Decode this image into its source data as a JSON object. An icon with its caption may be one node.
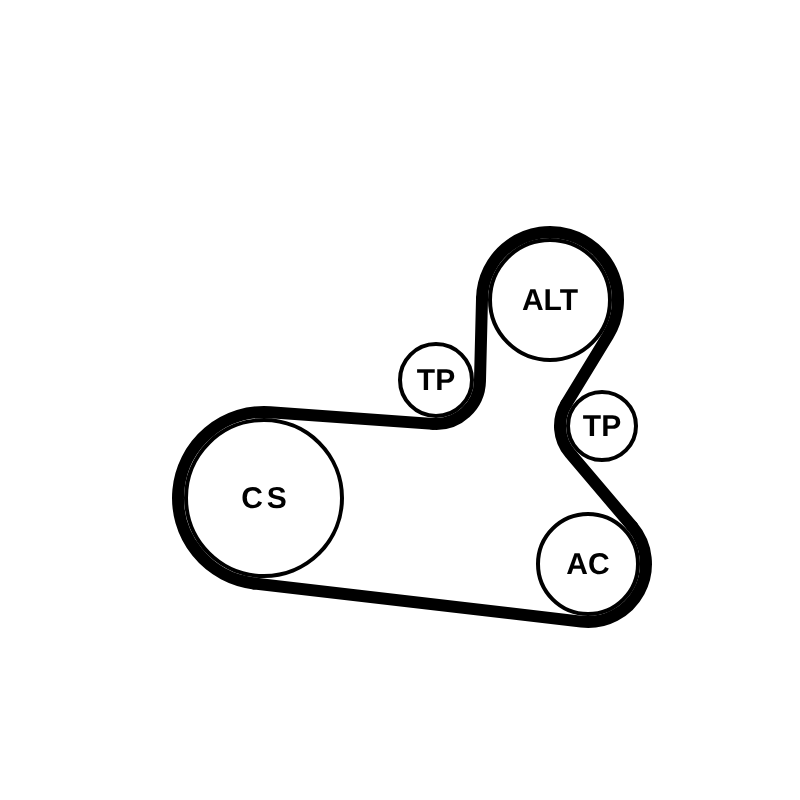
{
  "diagram": {
    "nodes": [
      {
        "text": [
          "CS"
        ]
      },
      {
        "text": [
          "TP"
        ]
      },
      {
        "text": [
          "ALT"
        ]
      },
      {
        "text": [
          "TP"
        ]
      },
      {
        "text": [
          "AC"
        ]
      }
    ],
    "edges": [
      {
        "from": 0,
        "to": 1,
        "arrow": "none"
      },
      {
        "from": 1,
        "to": 2,
        "arrow": "none"
      },
      {
        "from": 2,
        "to": 3,
        "arrow": "none"
      },
      {
        "from": 3,
        "to": 4,
        "arrow": "none"
      },
      {
        "from": 4,
        "to": 0,
        "arrow": "none"
      }
    ]
  }
}
